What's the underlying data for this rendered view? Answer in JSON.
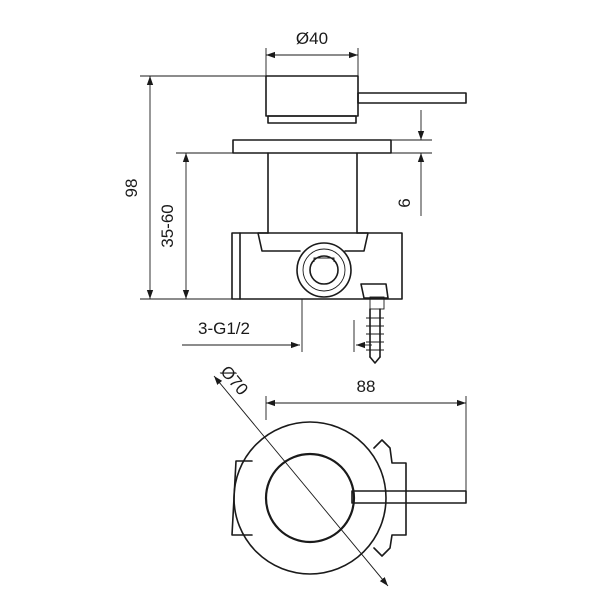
{
  "dimensions": {
    "cover_diameter": "Ø40",
    "total_height": "98",
    "body_depth": "35-60",
    "plate_thickness": "6",
    "outlets": "3-G1/2",
    "plate_diameter": "Ø70",
    "overall_length": "88"
  },
  "views": [
    "side-view",
    "top-view"
  ]
}
